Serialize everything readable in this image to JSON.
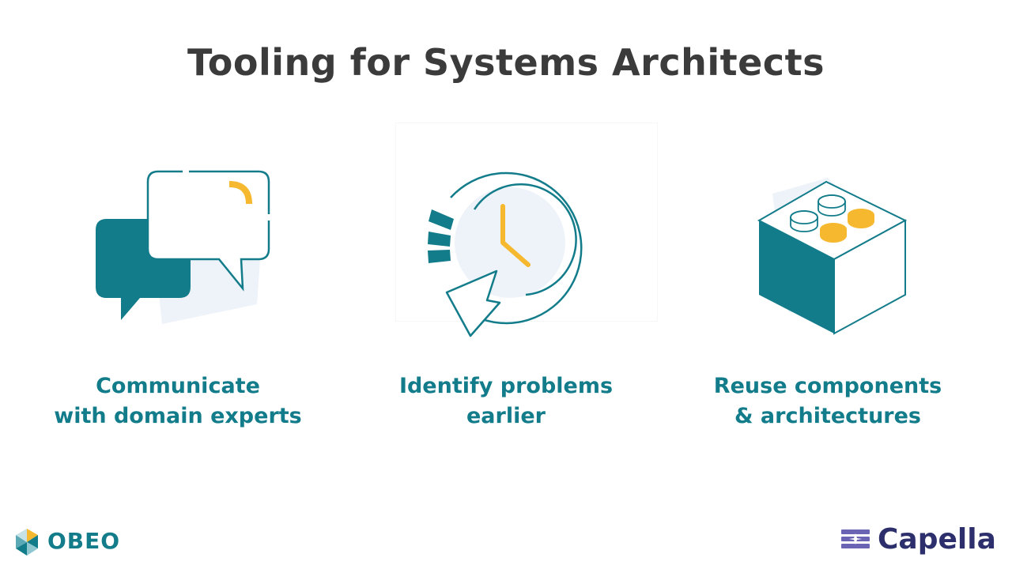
{
  "title": "Tooling for Systems Architects",
  "features": [
    {
      "icon": "speech-bubbles-icon",
      "line1": "Communicate",
      "line2": "with domain experts"
    },
    {
      "icon": "clock-rewind-icon",
      "line1": "Identify problems",
      "line2": "earlier"
    },
    {
      "icon": "building-block-icon",
      "line1": "Reuse components",
      "line2": "& architectures"
    }
  ],
  "logos": {
    "left": "OBEO",
    "right": "Capella"
  },
  "colors": {
    "title": "#3b3b3b",
    "accent_teal": "#137c8b",
    "accent_yellow": "#f5b82e",
    "shadow_blue": "#eef3f9",
    "capella_navy": "#2c2f6b",
    "capella_purple": "#6b64b5"
  }
}
